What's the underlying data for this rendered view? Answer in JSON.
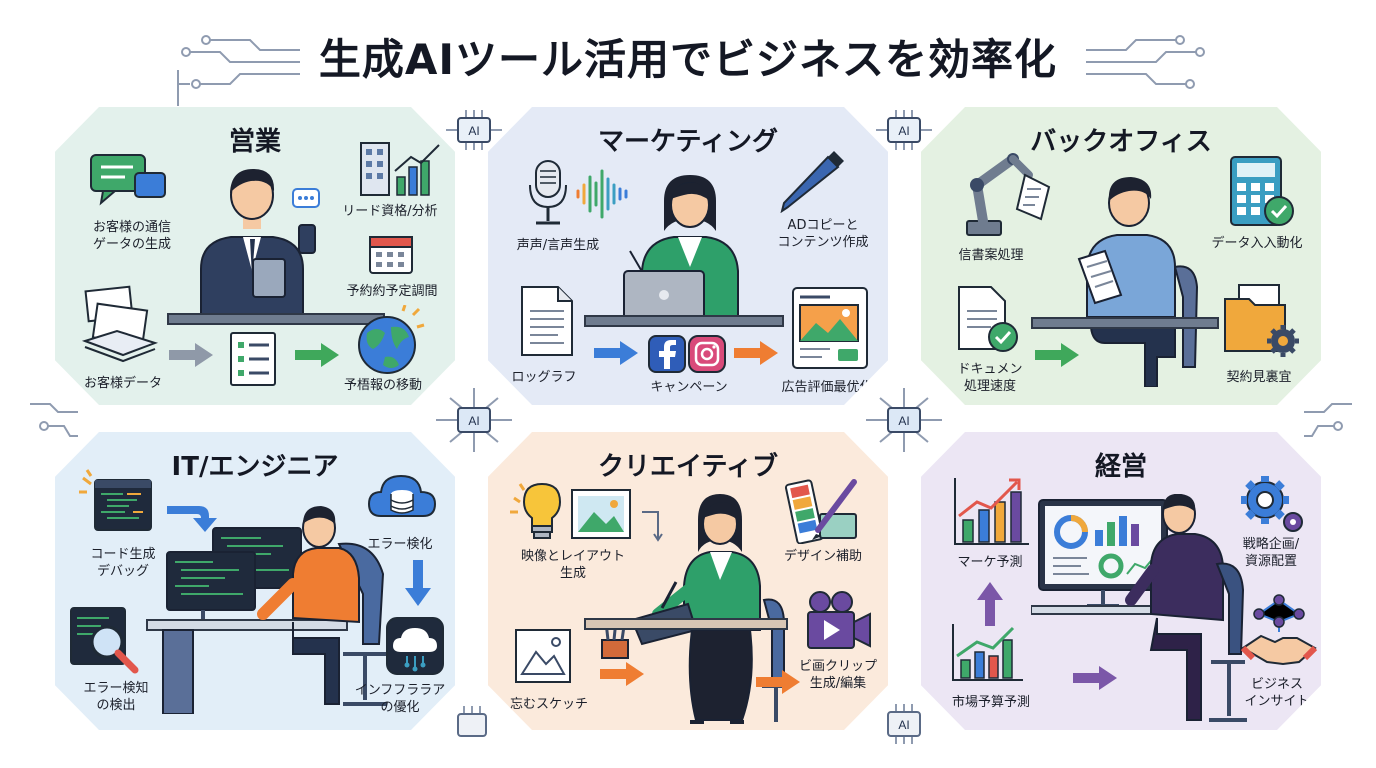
{
  "title": "生成AIツール活用でビジネスを効率化",
  "chip_label": "AI",
  "panels": {
    "sales": {
      "title": "営業",
      "labels": [
        "お客様の通信\nゲータの生成",
        "リード資格/分析",
        "予約約予定調間",
        "お客様データ",
        "予梧報の移動"
      ]
    },
    "marketing": {
      "title": "マーケティング",
      "labels": [
        "声声/言声生成",
        "ADコピーと\nコンテンツ作成",
        "ロッグラフ",
        "キャンペーン",
        "広告評価最优化"
      ]
    },
    "backoffice": {
      "title": "バックオフィス",
      "labels": [
        "信書案処理",
        "データ入入動化",
        "ドキュメン\n処理速度",
        "契約見裏宜"
      ]
    },
    "it": {
      "title": "IT/エンジニア",
      "labels": [
        "コード生成\nデバッグ",
        "エラー検化",
        "エラー検知\nの検出",
        "インフフララア\nの優化"
      ]
    },
    "creative": {
      "title": "クリエイティブ",
      "labels": [
        "映像とレイアウト\n生成",
        "デザイン補助",
        "忘むスケッチ",
        "ビ画クリップ\n生成/編集"
      ]
    },
    "management": {
      "title": "経営",
      "labels": [
        "マーケ予測",
        "戦略企画/\n資源配置",
        "市場予算予測",
        "ビジネス\nインサイト"
      ]
    }
  },
  "colors": {
    "sales_bg": "#e3f1ec",
    "marketing_bg": "#e4eaf6",
    "backoffice_bg": "#e4f1e2",
    "it_bg": "#e2eef8",
    "creative_bg": "#fbeadc",
    "management_bg": "#ece6f4",
    "arrow_blue": "#3b7dd8",
    "arrow_green": "#3fa85b",
    "arrow_orange": "#ef7d32",
    "arrow_purple": "#7b57a8"
  }
}
